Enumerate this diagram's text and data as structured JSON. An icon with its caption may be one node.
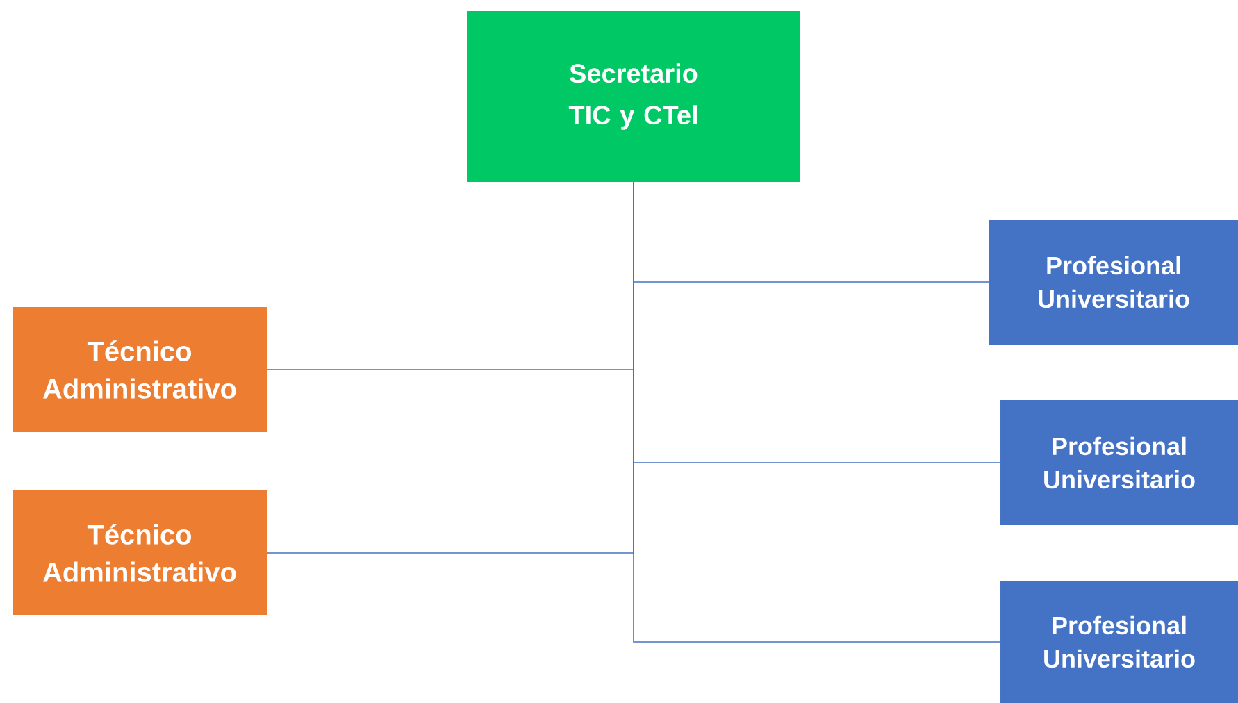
{
  "diagram": {
    "nodes": [
      {
        "text": [
          "Secretario TIC y CTel"
        ]
      },
      {
        "text": [
          "Profesional Universitario"
        ]
      },
      {
        "text": [
          "Técnico Administrativo"
        ]
      },
      {
        "text": [
          "Profesional Universitario"
        ]
      },
      {
        "text": [
          "Técnico Administrativo"
        ]
      },
      {
        "text": [
          "Profesional Universitario"
        ]
      }
    ],
    "edges": [
      {
        "from": 0,
        "to": 1,
        "arrow": "none"
      },
      {
        "from": 0,
        "to": 2,
        "arrow": "none"
      },
      {
        "from": 0,
        "to": 3,
        "arrow": "none"
      },
      {
        "from": 0,
        "to": 4,
        "arrow": "none"
      },
      {
        "from": 0,
        "to": 5,
        "arrow": "none"
      }
    ]
  }
}
